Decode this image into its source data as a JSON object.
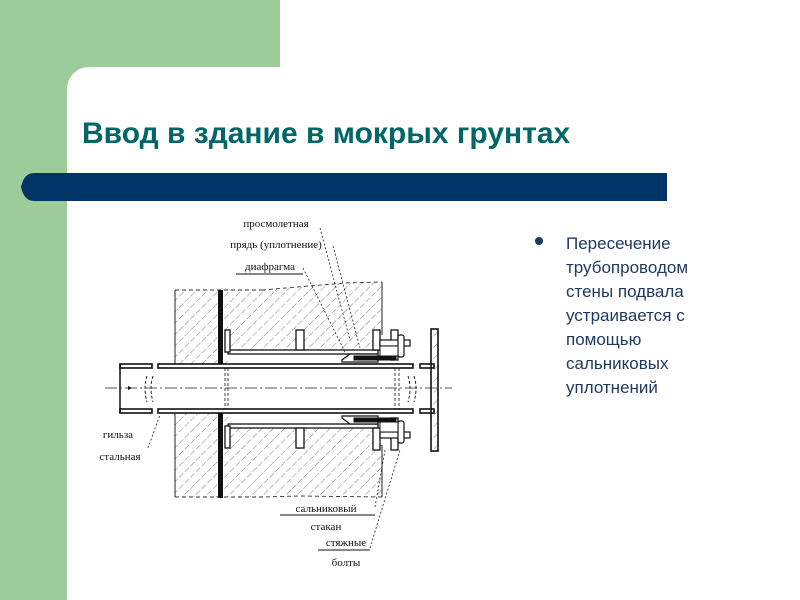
{
  "slide": {
    "title": "Ввод в здание в мокрых грунтах",
    "colors": {
      "background_green": "#9ccc9a",
      "title_teal": "#006666",
      "bar_navy": "#003366",
      "bullet_text": "#1f3a60"
    },
    "bullets": [
      {
        "lines": [
          "Пересечение",
          "трубопроводом",
          "стены подвала",
          "устраивается с",
          "помощью",
          "сальниковых",
          "уплотнений"
        ]
      }
    ]
  },
  "diagram": {
    "labels": {
      "tar_strand_1": "просмолетная",
      "tar_strand_2": "прядь (уплотнение)",
      "diaphragm": "диафрагма",
      "sleeve_1": "гильза",
      "sleeve_2": "стальная",
      "gland_cup_1": "сальниковый",
      "gland_cup_2": "стакан",
      "tie_bolts_1": "стяжные",
      "tie_bolts_2": "болты"
    }
  }
}
